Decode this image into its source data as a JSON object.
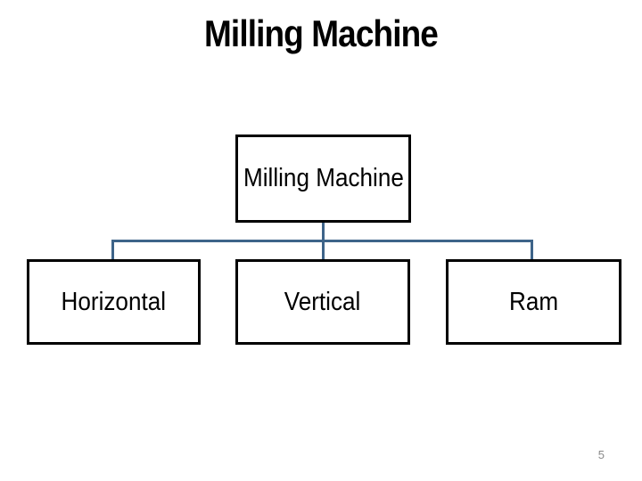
{
  "slide": {
    "title": "Milling Machine",
    "page_number": "5"
  },
  "diagram": {
    "type": "hierarchy",
    "root": {
      "label": "Milling Machine"
    },
    "children": [
      {
        "label": "Horizontal"
      },
      {
        "label": "Vertical"
      },
      {
        "label": "Ram"
      }
    ]
  },
  "colors": {
    "background": "#ffffff",
    "box_fill": "#ffffff",
    "box_border": "#000000",
    "text": "#000000",
    "connector": "#3e6489",
    "page_number": "#8a8a8a"
  }
}
